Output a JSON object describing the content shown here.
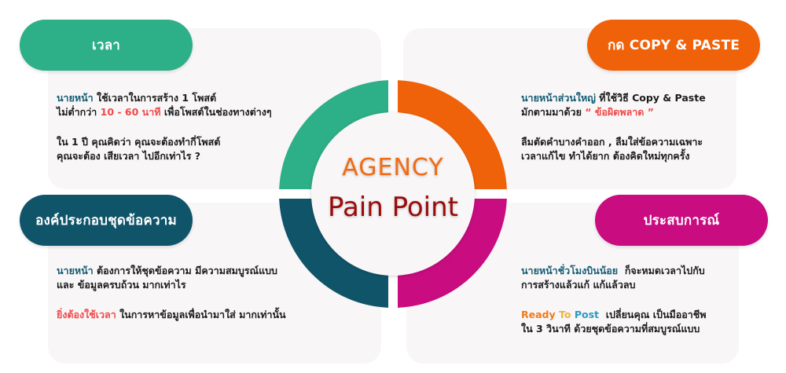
{
  "colors": {
    "time": "#2daf87",
    "copy_paste": "#f0620a",
    "components": "#10546a",
    "experience": "#c90c80",
    "card_bg": "#f8f6f7",
    "center_bg": "#f8f6f7"
  },
  "center": {
    "line1": "AGENCY",
    "line2": "Pain Point"
  },
  "sections": {
    "time": {
      "title": "เวลา",
      "p1": {
        "highlight": "นายหน้า",
        "text1": " ใช้เวลาในการสร้าง 1 โพสต์",
        "text2": "ไม่ต่ำกว่า ",
        "highlight2": "10 - 60 นาที",
        "text3": " เพื่อโพสต์ในช่องทางต่างๆ"
      },
      "p2": {
        "line1": "ใน 1 ปี คุณคิดว่า คุณจะต้องทำกี่โพสต์",
        "line2": "คุณจะต้อง เสียเวลา ไปอีกเท่าไร ?"
      }
    },
    "copy_paste": {
      "title": "กด COPY & PASTE",
      "p1": {
        "highlight": "นายหน้าส่วนใหญ่",
        "text1": " ที่ใช้วิธี Copy & Paste",
        "text2": "มักตามมาด้วย ",
        "highlight2": "“ ข้อผิดพลาด ”"
      },
      "p2": {
        "line1": "ลืมตัดคำบางคำออก , ลืมใส่ข้อความเฉพาะ",
        "line2": "เวลาแก้ไข ทำได้ยาก ต้องคิดใหม่ทุกครั้ง"
      }
    },
    "components": {
      "title": "องค์ประกอบชุดข้อความ",
      "p1": {
        "highlight": "นายหน้า",
        "text1": " ต้องการให้ชุดข้อความ มีความสมบูรณ์แบบ",
        "text2": "และ ข้อมูลครบถ้วน มากเท่าไร"
      },
      "p2": {
        "highlight": "ยิ่งต้องใช้เวลา",
        "text1": " ในการหาข้อมูลเพื่อนำมาใส่ มากเท่านั้น"
      }
    },
    "experience": {
      "title": "ประสบการณ์",
      "p1": {
        "highlight": "นายหน้าชั่วโมงบินน้อย",
        "text1": "  ก็จะหมดเวลาไปกับ",
        "text2": "การสร้างแล้วแก้ แก้แล้วลบ"
      },
      "p2": {
        "brand_word1": "Ready",
        "brand_word2": "To",
        "brand_word3": "Post",
        "text1": "  เปลี่ยนคุณ เป็นมืออาชีพ",
        "text2": "ใน 3 วินาที ด้วยชุดข้อความที่สมบูรณ์แบบ"
      }
    }
  }
}
